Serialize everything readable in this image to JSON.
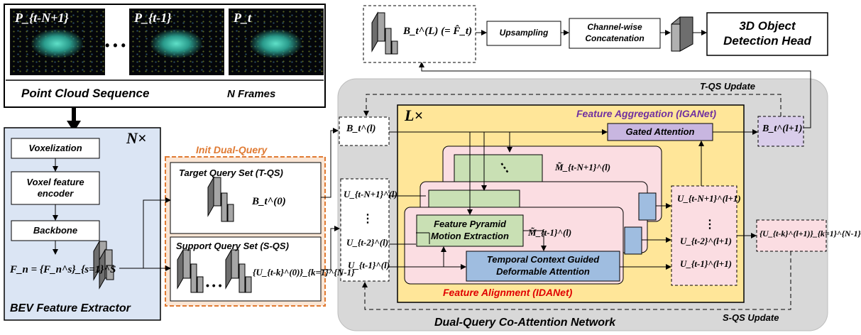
{
  "input": {
    "frame_labels": [
      "P_{t-N+1}",
      "P_{t-1}",
      "P_t"
    ],
    "ellipsis": "• • •",
    "sequence_label": "Point Cloud Sequence",
    "frames_label": "N Frames"
  },
  "bev": {
    "title": "BEV Feature Extractor",
    "repeat": "N×",
    "steps": [
      "Voxelization",
      "Voxel feature encoder",
      "Backbone"
    ],
    "formula": "F_n = {F_n^s}_{s=1}^S"
  },
  "init": {
    "title": "Init Dual-Query",
    "tqs_title": "Target Query Set (T-QS)",
    "tqs_symbol": "B_t^(0)",
    "sqs_title": "Support Query Set (S-QS)",
    "sqs_symbol": "{U_{t-k}^(0)}_{k=1}^{N-1}",
    "ellipsis": "• • •"
  },
  "network": {
    "title": "Dual-Query Co-Attention Network",
    "repeat": "L×",
    "b_in": "B_t^(l)",
    "u_in": [
      "U_{t-N+1}^(l)",
      "U_{t-2}^(l)",
      "U_{t-1}^(l)"
    ],
    "u_out": [
      "U_{t-N+1}^(l+1)",
      "U_{t-2}^(l+1)",
      "U_{t-1}^(l+1)"
    ],
    "b_out": "B_t^(l+1)",
    "u_set_out": "{U_{t-k}^(l+1)}_{k=1}^{N-1}",
    "aggregation_title": "Feature Aggregation (IGANet)",
    "gated_attention": "Gated Attention",
    "alignment_title": "Feature Alignment (IDANet)",
    "fpme": "Feature Pyramid Motion Extraction",
    "tcgda": "Temporal Context Guided Deformable Attention",
    "m_tilde_1": "M̃_{t-1}^(l)",
    "m_tilde_n": "M̃_{t-N+1}^(l)",
    "tqs_update": "T-QS Update",
    "sqs_update": "S-QS Update",
    "vdots": "⋮"
  },
  "head": {
    "bout": "B_t^(L) (= F̂_t)",
    "upsampling": "Upsampling",
    "concat": "Channel-wise Concatenation",
    "detection": "3D Object Detection Head"
  },
  "colors": {
    "bev_bg": "#dbe5f4",
    "init_border": "#e07a32",
    "network_bg": "#d8d8d8",
    "layer_bg": "#ffe699",
    "card_pink": "#fbdde2",
    "block_green": "#c9e0b4",
    "block_blue": "#9fbde0",
    "gated_purple": "#c8b6e0",
    "aggregation_text": "#7030a0",
    "alignment_text": "#e00000",
    "init_text": "#e07a32"
  }
}
